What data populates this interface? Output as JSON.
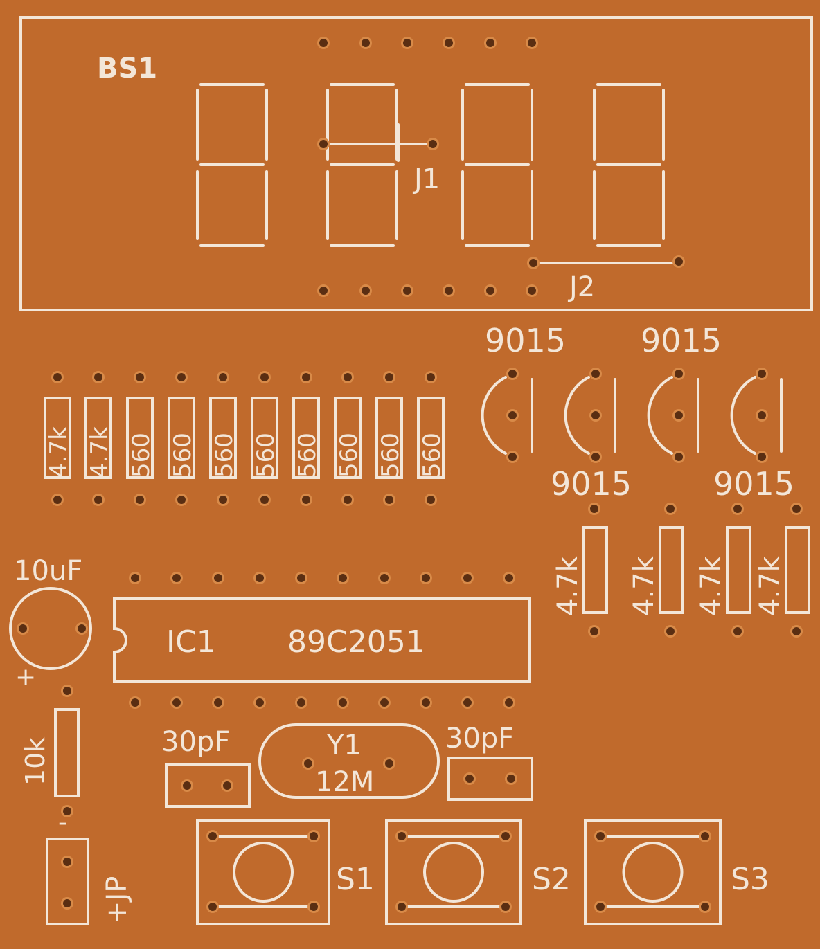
{
  "board": {
    "colors": {
      "substrate": "#c06a2c",
      "silkscreen": "#f3e6d8",
      "hole": "#5a2e12"
    },
    "display": {
      "label": "BS1",
      "jumper1": "J1",
      "jumper2": "J2"
    },
    "transistors": [
      "9015",
      "9015",
      "9015",
      "9015"
    ],
    "resistor_array": [
      "4.7k",
      "4.7k",
      "560",
      "560",
      "560",
      "560",
      "560",
      "560",
      "560",
      "560"
    ],
    "base_resistors": [
      "4.7k",
      "4.7k",
      "4.7k",
      "4.7k"
    ],
    "capacitor": {
      "value": "10uF",
      "polarity": "+"
    },
    "ic": {
      "ref": "IC1",
      "part": "89C2051"
    },
    "reset_resistor": "10k",
    "crystal_caps": [
      "30pF",
      "30pF"
    ],
    "crystal": {
      "ref": "Y1",
      "value": "12M"
    },
    "power_jack": {
      "label": "+JP",
      "minus": "-"
    },
    "switches": [
      "S1",
      "S2",
      "S3"
    ]
  }
}
